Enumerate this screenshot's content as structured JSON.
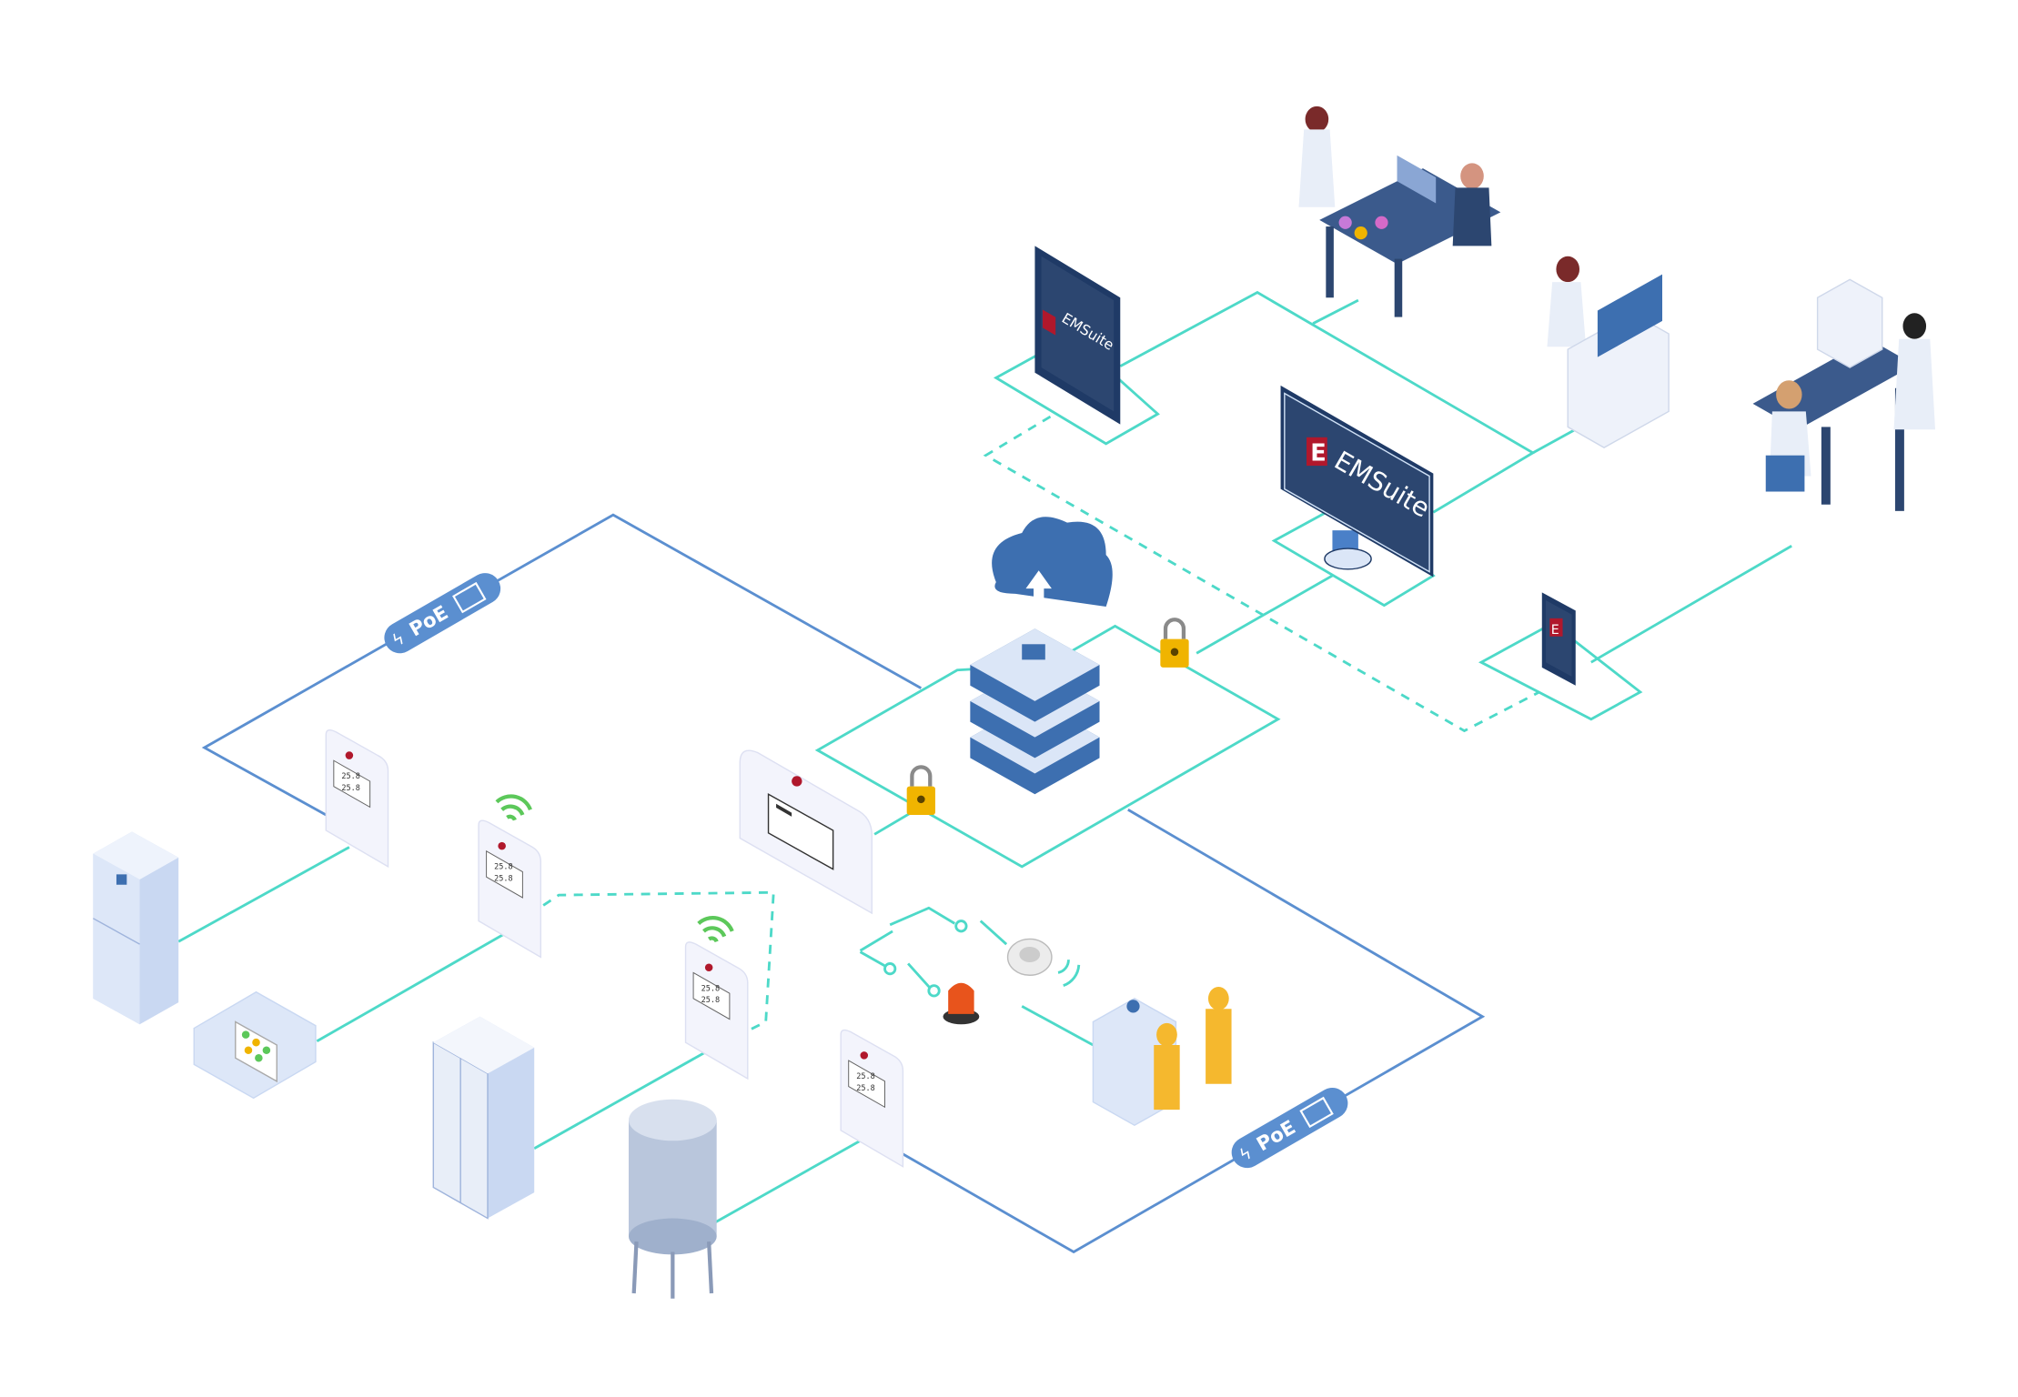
{
  "brand": {
    "name": "EMSuite",
    "logo_letter": "E"
  },
  "labels": {
    "poe_top": "PoE",
    "poe_bottom": "PoE"
  },
  "sensors": [
    {
      "reading_1": "25.8",
      "reading_2": "25.8"
    },
    {
      "reading_1": "25.8",
      "reading_2": "25.8"
    },
    {
      "reading_1": "25.8",
      "reading_2": "25.8"
    },
    {
      "reading_1": "25.8",
      "reading_2": "25.8"
    }
  ],
  "colors": {
    "poe_line": "#5b8fd0",
    "network_line": "#4dd9c8",
    "screen": "#2c4670",
    "logo_red": "#b0182c",
    "lock": "#f0b400",
    "alarm": "#e8541c",
    "hazmat": "#f5b82e"
  }
}
